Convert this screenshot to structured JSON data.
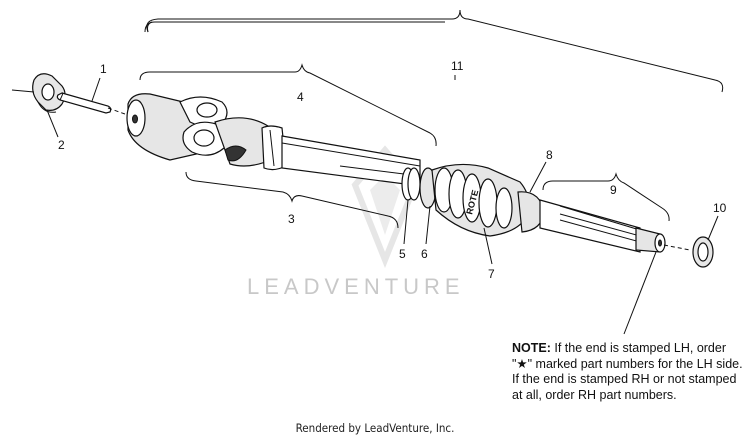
{
  "callouts": {
    "c1": "1",
    "c2": "2",
    "c3": "3",
    "c4": "4",
    "c5": "5",
    "c6": "6",
    "c7": "7",
    "c8": "8",
    "c9": "9",
    "c10": "10",
    "c11": "11"
  },
  "note": {
    "label": "NOTE:",
    "text": "If the end is stamped LH, order \"★\" marked part numbers for the LH side.  If the end is stamped RH or not stamped at all, order RH part numbers."
  },
  "watermark": "LEADVENTURE",
  "footer": "Rendered by LeadVenture, Inc.",
  "colors": {
    "line": "#111111",
    "watermark": "#c8c8c8",
    "shade": "#e6e6e6"
  }
}
